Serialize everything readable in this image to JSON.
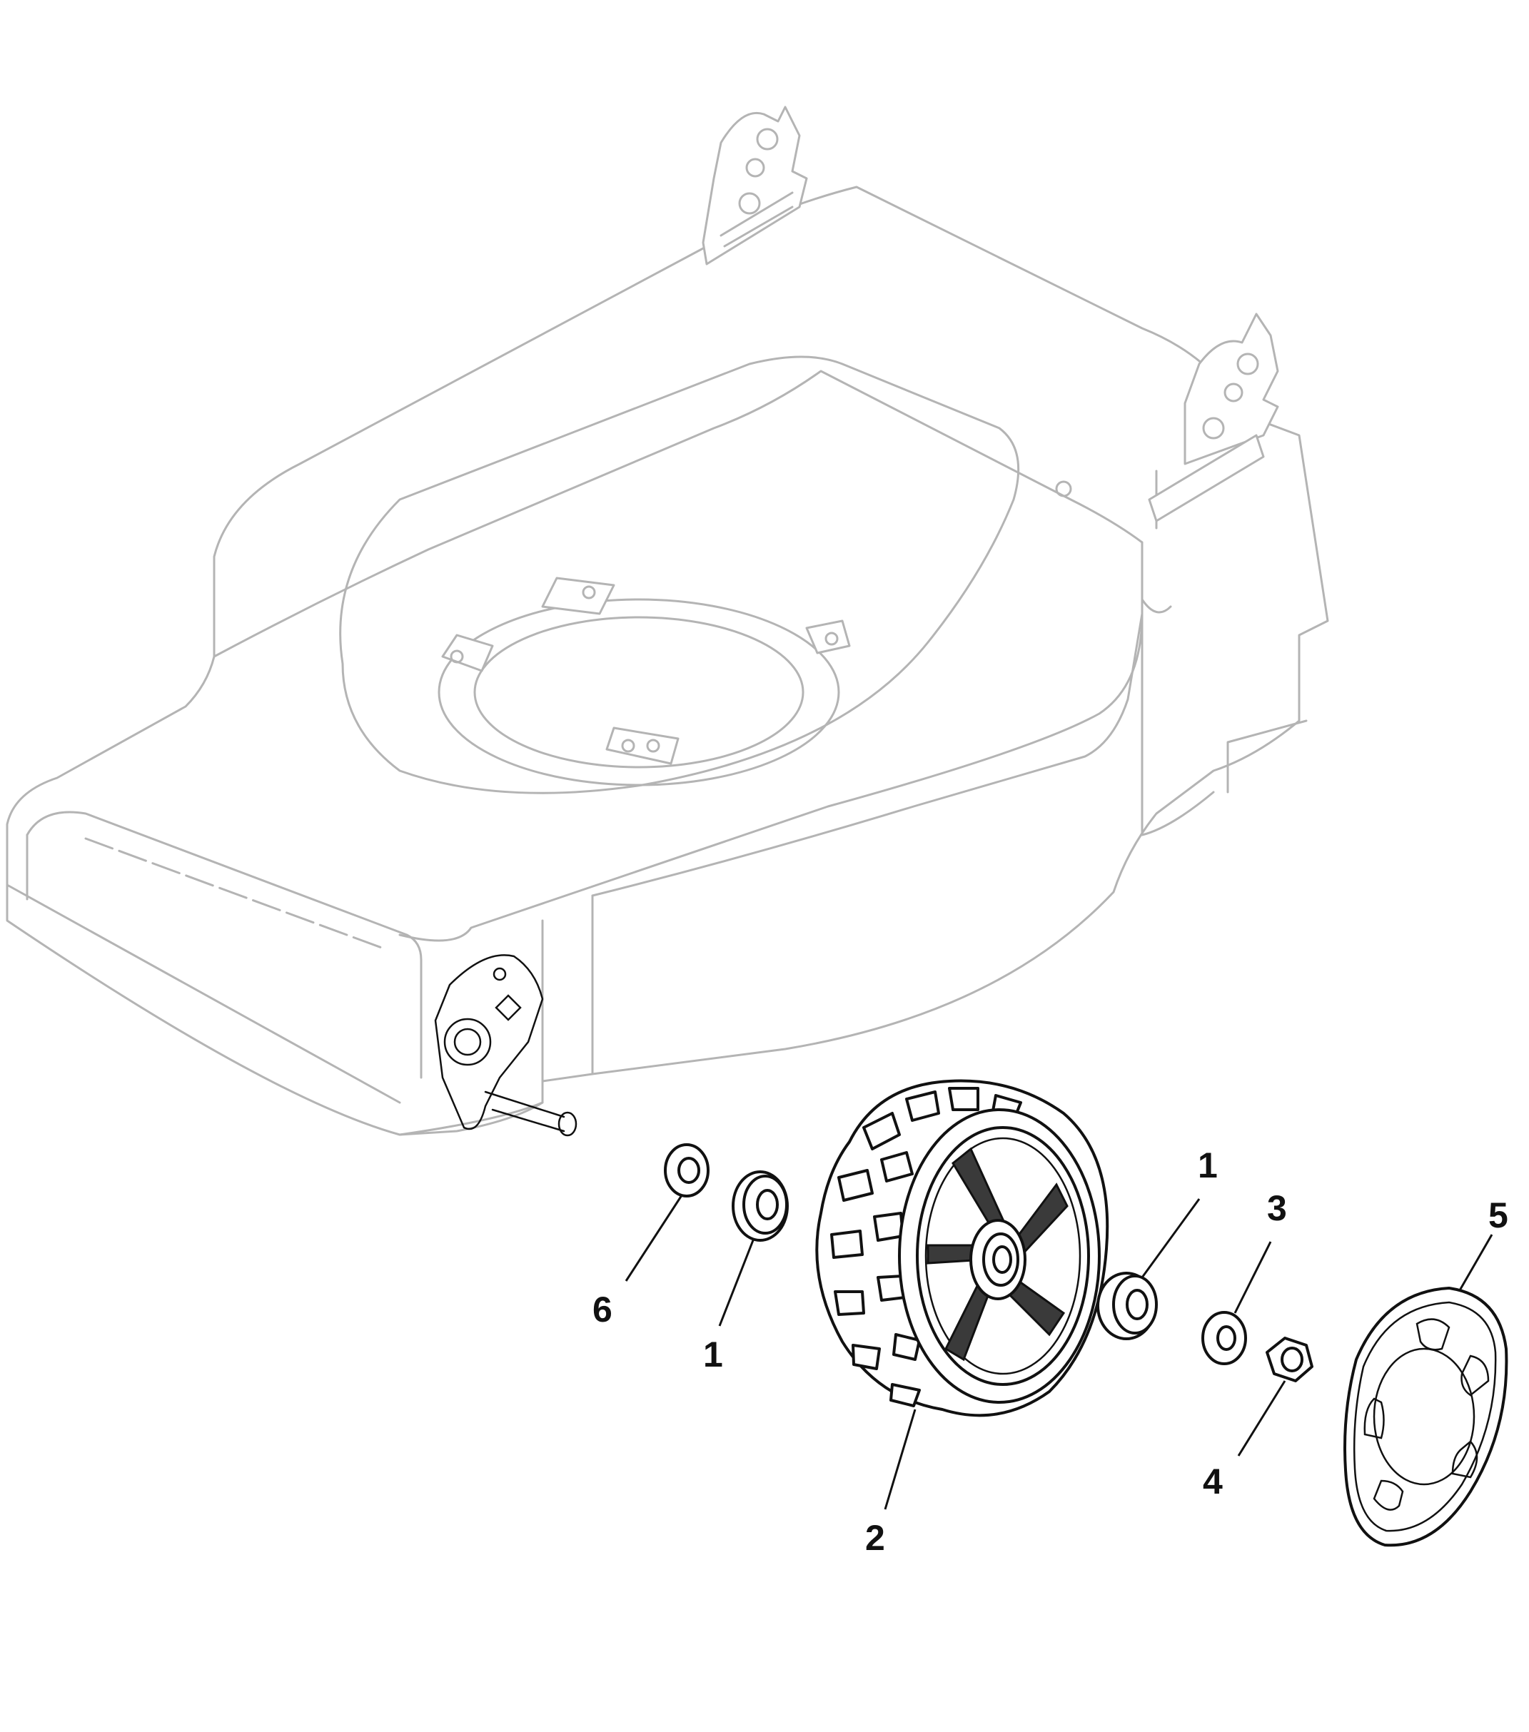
{
  "callouts": [
    {
      "id": "6",
      "label": "6"
    },
    {
      "id": "1a",
      "label": "1"
    },
    {
      "id": "2",
      "label": "2"
    },
    {
      "id": "1b",
      "label": "1"
    },
    {
      "id": "3",
      "label": "3"
    },
    {
      "id": "4",
      "label": "4"
    },
    {
      "id": "5",
      "label": "5"
    }
  ]
}
